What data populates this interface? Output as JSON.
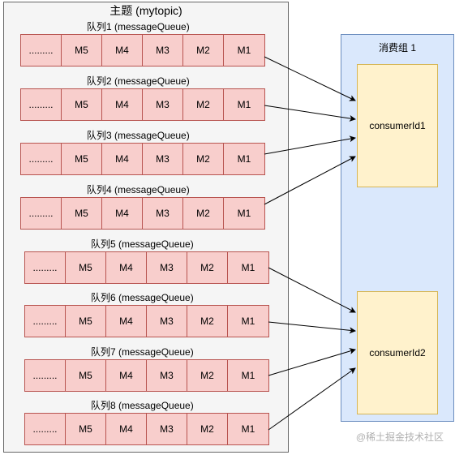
{
  "topic": {
    "title": "主题 (mytopic)"
  },
  "queues": [
    {
      "label": "队列1  (messageQueue)",
      "cells": [
        ".........",
        "M5",
        "M4",
        "M3",
        "M2",
        "M1"
      ]
    },
    {
      "label": "队列2   (messageQueue)",
      "cells": [
        ".........",
        "M5",
        "M4",
        "M3",
        "M2",
        "M1"
      ]
    },
    {
      "label": "队列3   (messageQueue)",
      "cells": [
        ".........",
        "M5",
        "M4",
        "M3",
        "M2",
        "M1"
      ]
    },
    {
      "label": "队列4   (messageQueue)",
      "cells": [
        ".........",
        "M5",
        "M4",
        "M3",
        "M2",
        "M1"
      ]
    },
    {
      "label": "队列5   (messageQueue)",
      "cells": [
        ".........",
        "M5",
        "M4",
        "M3",
        "M2",
        "M1"
      ]
    },
    {
      "label": "队列6  (messageQueue)",
      "cells": [
        ".........",
        "M5",
        "M4",
        "M3",
        "M2",
        "M1"
      ]
    },
    {
      "label": "队列7   (messageQueue)",
      "cells": [
        ".........",
        "M5",
        "M4",
        "M3",
        "M2",
        "M1"
      ]
    },
    {
      "label": "队列8  (messageQueue)",
      "cells": [
        ".........",
        "M5",
        "M4",
        "M3",
        "M2",
        "M1"
      ]
    }
  ],
  "consumer_group": {
    "title": "消费组 1",
    "consumers": [
      {
        "label": "consumerId1",
        "queues": [
          1,
          2,
          3,
          4
        ]
      },
      {
        "label": "consumerId2",
        "queues": [
          5,
          6,
          7,
          8
        ]
      }
    ]
  },
  "watermark": "@稀土掘金技术社区"
}
